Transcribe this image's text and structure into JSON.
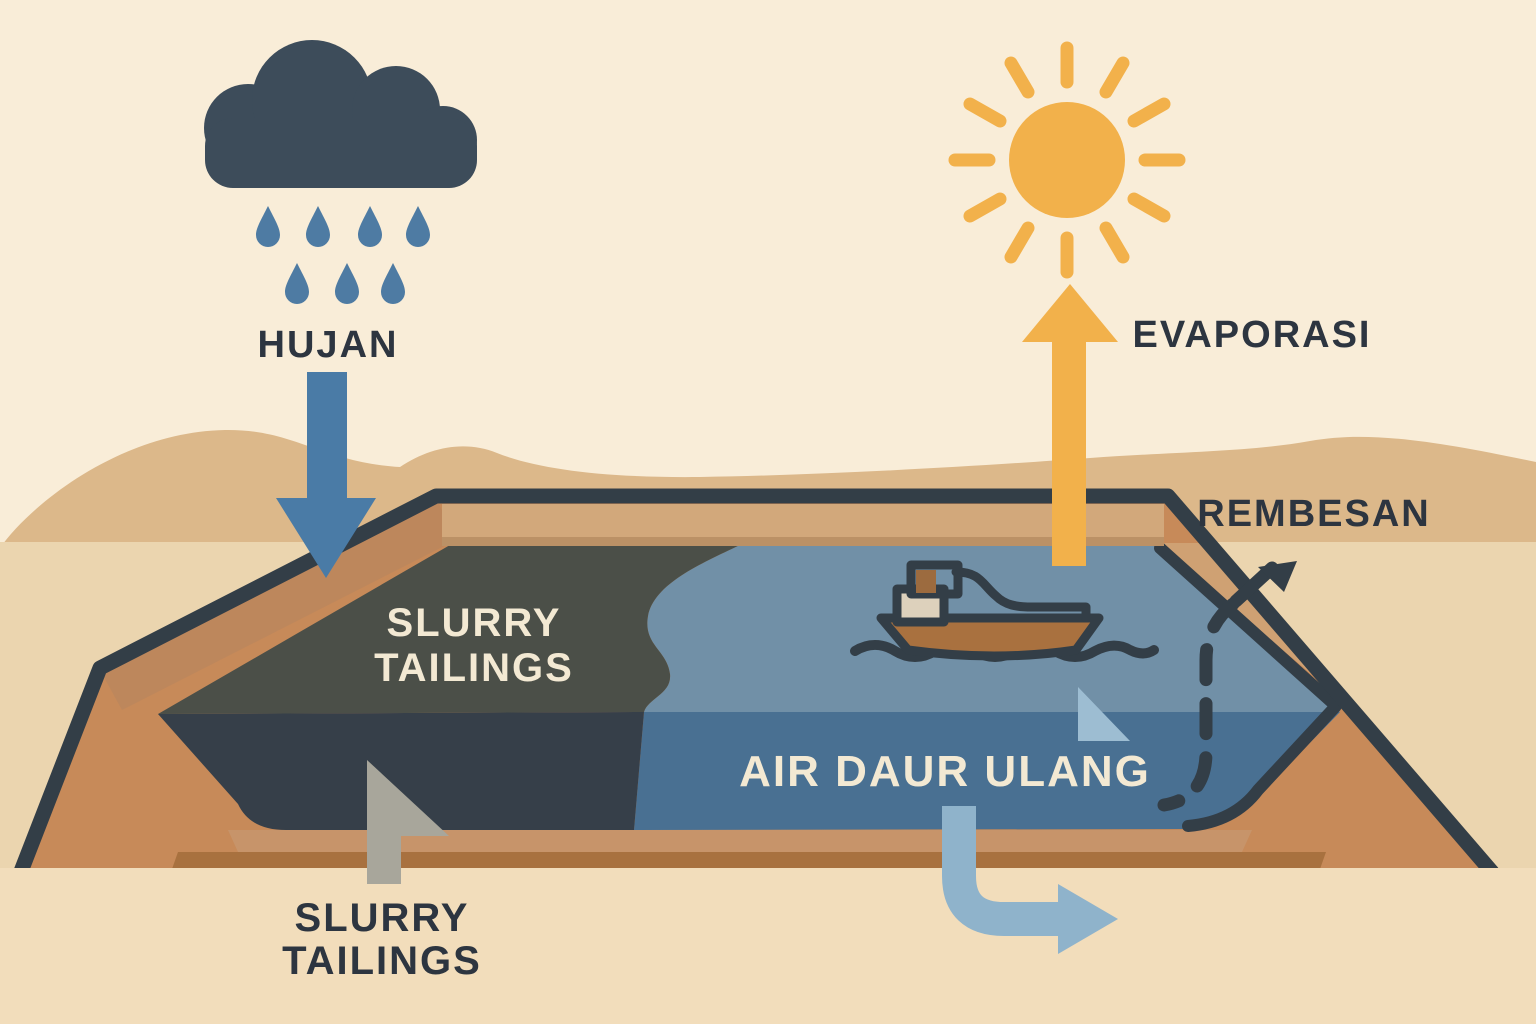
{
  "diagram": {
    "type": "tailings-pond-water-cycle",
    "labels": {
      "rain": "HUJAN",
      "evaporation": "EVAPORASI",
      "seepage": "REMBESAN",
      "slurry_in_pond_line1": "SLURRY",
      "slurry_in_pond_line2": "TAILINGS",
      "recycled_water": "AIR DAUR ULANG",
      "slurry_below_line1": "SLURRY",
      "slurry_below_line2": "TAILINGS"
    },
    "icons": {
      "rain_cloud": "rain-cloud-icon",
      "sun": "sun-icon",
      "dredge_boat": "dredge-boat-icon",
      "rain_arrow": "arrow-down",
      "evaporation_arrow": "arrow-up",
      "seepage_arrow": "dashed-pipe-arrow",
      "recycle_arrow": "arrow-curved-right",
      "slurry_arrow": "arrow-up-gray"
    },
    "colors": {
      "sky": "#f9edd8",
      "dune": "#dcb88a",
      "ground_light": "#ebd5af",
      "ground_rust": "#c78a59",
      "strip_tan": "#c7946a",
      "strip_sienna": "#a8713f",
      "outline_dark": "#333e47",
      "bench_tan": "#d2a87b",
      "bench_shadow": "#bb9166",
      "liner_left": "#bd875c",
      "liner_right": "#cfa173",
      "water_upper": "#7190a7",
      "water_lower": "#497092",
      "slurry_upper": "#4b4f48",
      "slurry_lower": "#363f49",
      "foreground_cream": "#f2ddbb",
      "cloud": "#3d4c5a",
      "raindrop": "#4e7ba3",
      "rain_arrow": "#4a7ba6",
      "sun": "#f2b14b",
      "gray_arrow": "#a8a69b",
      "recycle_arrow": "#8fb3cb",
      "recycle_triangle": "#9dbdd2",
      "boat_hull": "#a9713f",
      "boat_cabin": "#ddd1bc",
      "boat_funnel": "#9c6b3f",
      "text_dark": "#2d3540",
      "text_light": "#f3e9d3"
    }
  }
}
